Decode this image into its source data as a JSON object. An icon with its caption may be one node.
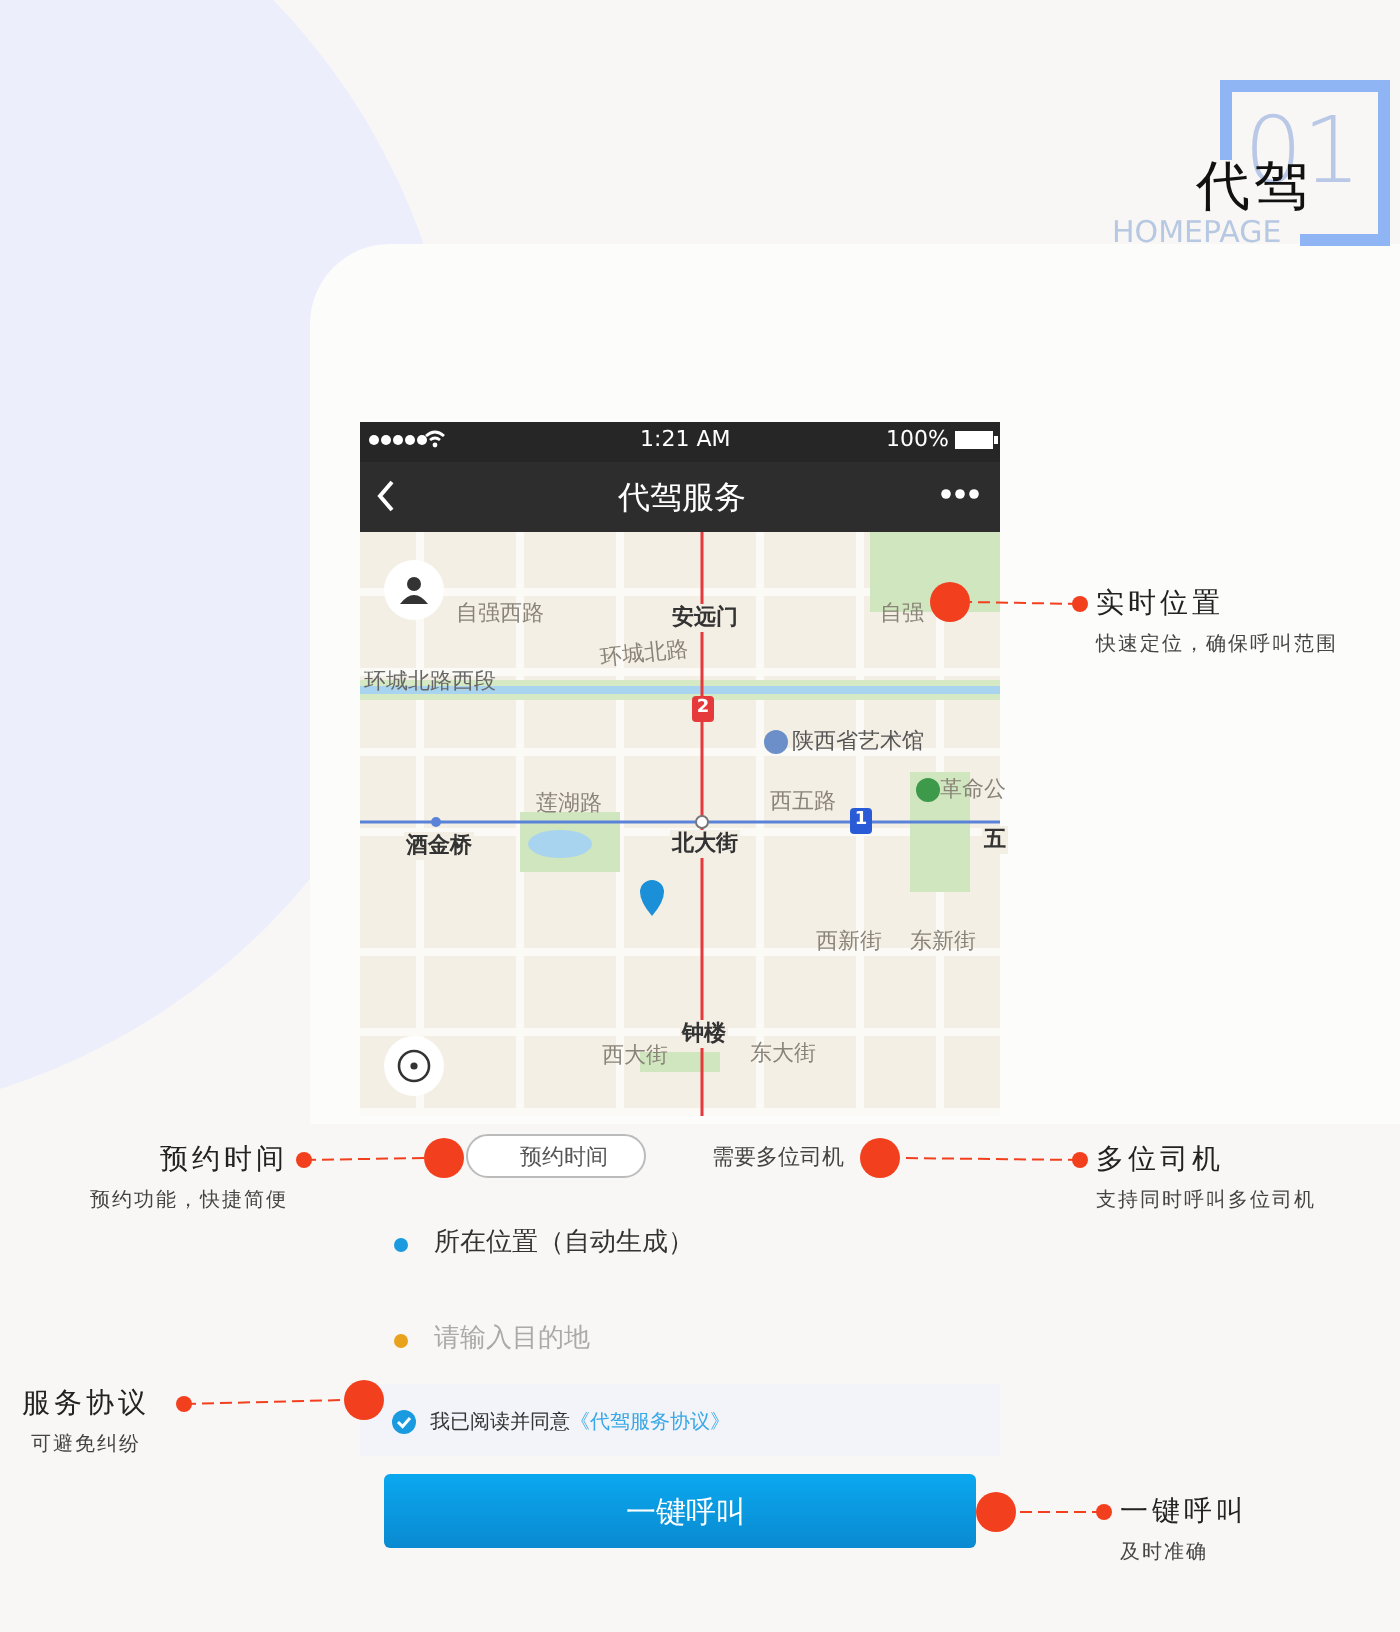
{
  "diagram": {
    "nodes": [
      {
        "text": [
          "实时位置",
          "快速定位，确保呼叫范围"
        ]
      },
      {
        "text": [],
        "shape": "circle"
      },
      {
        "text": [
          "预约时间",
          "预约功能，快捷简便"
        ]
      },
      {
        "text": [],
        "shape": "circle"
      },
      {
        "text": [
          "多位司机",
          "支持同时呼叫多位司机"
        ]
      },
      {
        "text": [],
        "shape": "circle"
      },
      {
        "text": [
          "服务协议",
          "可避免纠纷"
        ]
      },
      {
        "text": [],
        "shape": "circle"
      },
      {
        "text": [
          "一键呼叫",
          "及时准确"
        ]
      },
      {
        "text": [],
        "shape": "circle"
      }
    ],
    "edges": [
      {
        "from": 0,
        "to": 1,
        "arrow": "other"
      },
      {
        "from": 2,
        "to": 3,
        "arrow": "other"
      },
      {
        "from": 4,
        "to": 5,
        "arrow": "other"
      },
      {
        "from": 6,
        "to": 7,
        "arrow": "other"
      },
      {
        "from": 8,
        "to": 9,
        "arrow": "other"
      }
    ],
    "labels": [
      "01",
      "代驾",
      "HOMEPAGE",
      "1:21 AM",
      "100%",
      "代驾服务",
      "自强西路",
      "安远门",
      "自强",
      "环城北路",
      "环城北路西段",
      "2",
      "陕西省艺术馆",
      "莲湖路",
      "西五路",
      "革命公",
      "1",
      "酒金桥",
      "北大街",
      "五",
      "西新街",
      "东新街",
      "钟楼",
      "西大街",
      "东大街",
      "预约时间",
      "需要多位司机",
      "所在位置（自动生成）",
      "请输入目的地",
      "我已阅读并同意",
      "《代驾服务协议》",
      "一键呼叫"
    ]
  }
}
